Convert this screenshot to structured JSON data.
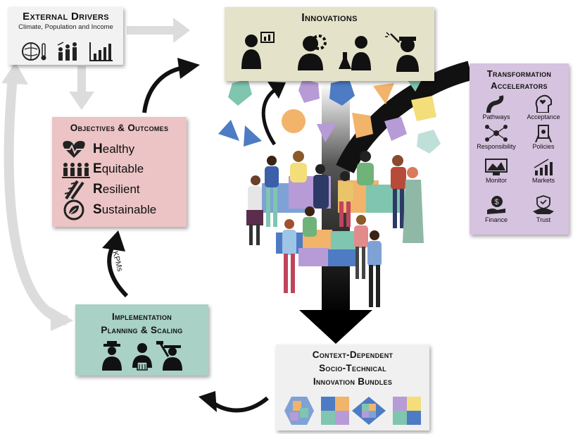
{
  "external": {
    "title": "External Drivers",
    "subtitle": "Climate, Population and Income",
    "icons": [
      "globe-thermometer-icon",
      "population-icon",
      "bar-chart-icon"
    ]
  },
  "innovations": {
    "title": "Innovations",
    "icons": [
      "presenter-icon",
      "gear-head-icon",
      "scientist-icon",
      "engineer-icon"
    ]
  },
  "objectives": {
    "title": "Objectives & Outcomes",
    "items": [
      {
        "initial": "H",
        "rest": "ealthy",
        "icon": "heart-pulse-icon"
      },
      {
        "initial": "E",
        "rest": "quitable",
        "icon": "people-scale-icon"
      },
      {
        "initial": "R",
        "rest": "esilient",
        "icon": "wheat-icon"
      },
      {
        "initial": "S",
        "rest": "ustainable",
        "icon": "recycle-leaf-icon"
      }
    ]
  },
  "kpm_label": "KPMs",
  "implementation": {
    "title_line1": "Implementation",
    "title_line2": "Planning & Scaling",
    "icons": [
      "farmer-icon",
      "official-icon",
      "worker-icon"
    ]
  },
  "context": {
    "title_line1": "Context-Dependent",
    "title_line2": "Socio-Technical",
    "title_line3": "Innovation Bundles",
    "icons": [
      "puzzle-bundle-icon",
      "puzzle-bundle-icon",
      "puzzle-bundle-icon",
      "puzzle-bundle-icon"
    ]
  },
  "accelerators": {
    "title_line1": "Transformation",
    "title_line2": "Accelerators",
    "items": [
      "Pathways",
      "Acceptance",
      "Responsibility",
      "Policies",
      "Monitor",
      "Markets",
      "Finance",
      "Trust"
    ]
  },
  "colors": {
    "external": "#f2f2f2",
    "innovations": "#e4e2c9",
    "objectives": "#ecc4c5",
    "implementation": "#a9d1c6",
    "context": "#f0f0f0",
    "accelerators": "#d6c3df",
    "piece_blue": "#4d7cc4",
    "piece_orange": "#f2b36b",
    "piece_teal": "#7fc5b0",
    "piece_purple": "#b79bd6",
    "piece_yellow": "#f3de7a"
  }
}
